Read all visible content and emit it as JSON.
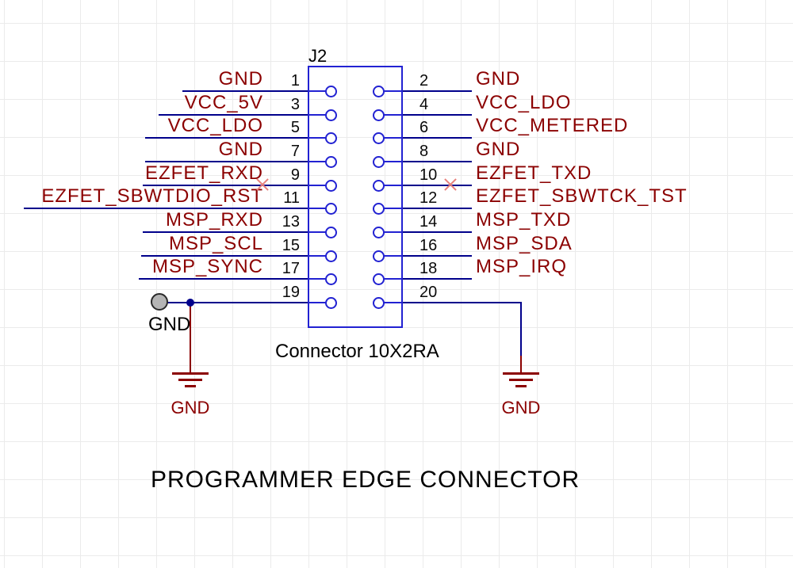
{
  "diagram": {
    "designator": "J2",
    "component_name": "Connector 10X2RA",
    "caption": "PROGRAMMER EDGE CONNECTOR",
    "pins": {
      "left": [
        {
          "pin": "1",
          "net": "GND"
        },
        {
          "pin": "3",
          "net": "VCC_5V"
        },
        {
          "pin": "5",
          "net": "VCC_LDO"
        },
        {
          "pin": "7",
          "net": "GND"
        },
        {
          "pin": "9",
          "net": "EZFET_RXD"
        },
        {
          "pin": "11",
          "net": "EZFET_SBWTDIO_RST"
        },
        {
          "pin": "13",
          "net": "MSP_RXD"
        },
        {
          "pin": "15",
          "net": "MSP_SCL"
        },
        {
          "pin": "17",
          "net": "MSP_SYNC"
        },
        {
          "pin": "19",
          "net": ""
        }
      ],
      "right": [
        {
          "pin": "2",
          "net": "GND"
        },
        {
          "pin": "4",
          "net": "VCC_LDO"
        },
        {
          "pin": "6",
          "net": "VCC_METERED"
        },
        {
          "pin": "8",
          "net": "GND"
        },
        {
          "pin": "10",
          "net": "EZFET_TXD"
        },
        {
          "pin": "12",
          "net": "EZFET_SBWTCK_TST"
        },
        {
          "pin": "14",
          "net": "MSP_TXD"
        },
        {
          "pin": "16",
          "net": "MSP_SDA"
        },
        {
          "pin": "18",
          "net": "MSP_IRQ"
        },
        {
          "pin": "20",
          "net": ""
        }
      ]
    },
    "ports": {
      "pad_label": "GND",
      "ground_left": "GND",
      "ground_right": "GND"
    },
    "colors": {
      "component": "#2222D2",
      "wire": "#00008B",
      "net": "#8B0000",
      "noerc": "#E8807C",
      "pad": "#B5B5B5",
      "grid": "#EBEBEB"
    }
  }
}
